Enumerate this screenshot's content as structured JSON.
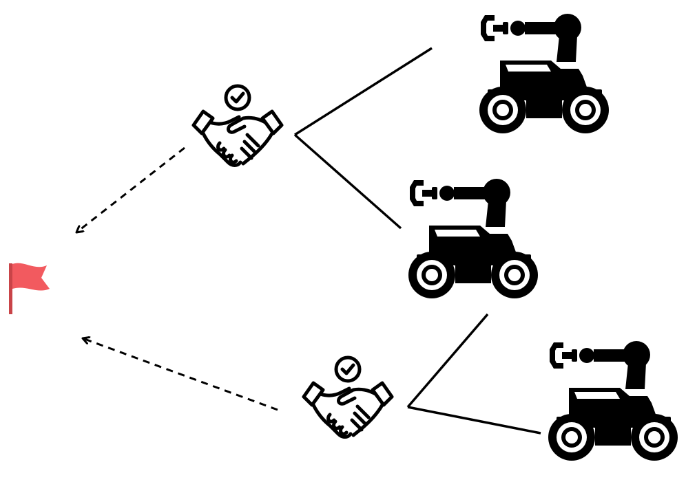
{
  "colors": {
    "ink": "#000000",
    "background": "#ffffff",
    "flag": "#f25a5f",
    "flag_pole": "#c94448"
  },
  "nodes": [
    {
      "id": "flag",
      "kind": "goal",
      "icon": "red-flag-icon"
    },
    {
      "id": "agreement-top",
      "kind": "agreement",
      "icon": "handshake-check-icon"
    },
    {
      "id": "agreement-bottom",
      "kind": "agreement",
      "icon": "handshake-check-icon"
    },
    {
      "id": "robot-top",
      "kind": "robot",
      "icon": "robot-arm-vehicle-icon"
    },
    {
      "id": "robot-middle",
      "kind": "robot",
      "icon": "robot-arm-vehicle-icon"
    },
    {
      "id": "robot-bottom",
      "kind": "robot",
      "icon": "robot-arm-vehicle-icon"
    }
  ],
  "edges": [
    {
      "from": "robot-top",
      "to": "agreement-top",
      "style": "solid"
    },
    {
      "from": "robot-middle",
      "to": "agreement-top",
      "style": "solid"
    },
    {
      "from": "robot-middle",
      "to": "agreement-bottom",
      "style": "solid"
    },
    {
      "from": "robot-bottom",
      "to": "agreement-bottom",
      "style": "solid"
    },
    {
      "from": "agreement-top",
      "to": "flag",
      "style": "dashed-arrow"
    },
    {
      "from": "agreement-bottom",
      "to": "flag",
      "style": "dashed-arrow"
    }
  ]
}
